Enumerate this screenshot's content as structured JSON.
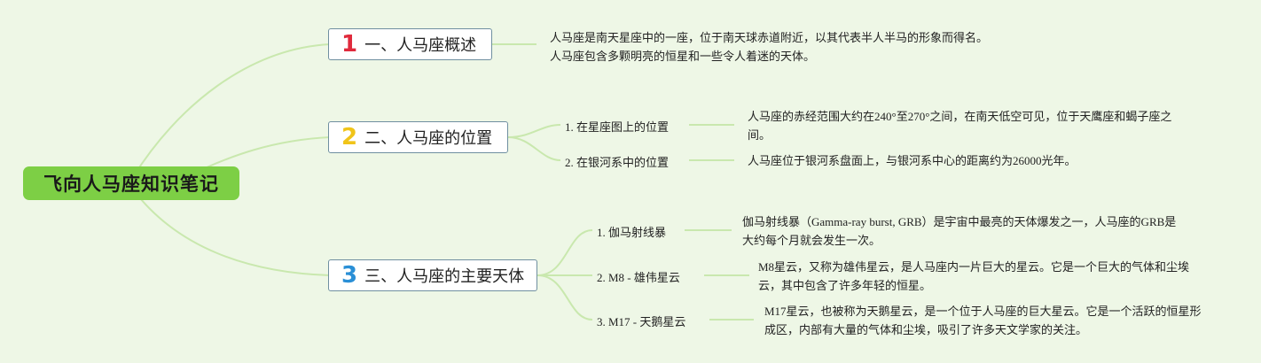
{
  "root": {
    "title": "飞向人马座知识笔记"
  },
  "colors": {
    "root_bg": "#7dcf45",
    "line": "#c9e8ae",
    "num1": "#e02a3c",
    "num2": "#f0c419",
    "num3": "#2a8fd6"
  },
  "sections": [
    {
      "number": "1",
      "title": "一、人马座概述",
      "description": "人马座是南天星座中的一座，位于南天球赤道附近，以其代表半人半马的形象而得名。人马座包含多颗明亮的恒星和一些令人着迷的天体。"
    },
    {
      "number": "2",
      "title": "二、人马座的位置",
      "items": [
        {
          "label": "1. 在星座图上的位置",
          "description": "人马座的赤经范围大约在240°至270°之间，在南天低空可见，位于天鹰座和蝎子座之间。"
        },
        {
          "label": "2. 在银河系中的位置",
          "description": "人马座位于银河系盘面上，与银河系中心的距离约为26000光年。"
        }
      ]
    },
    {
      "number": "3",
      "title": "三、人马座的主要天体",
      "items": [
        {
          "label": "1. 伽马射线暴",
          "description": "伽马射线暴（Gamma-ray burst, GRB）是宇宙中最亮的天体爆发之一，人马座的GRB是大约每个月就会发生一次。"
        },
        {
          "label": "2. M8 - 雄伟星云",
          "description": "M8星云，又称为雄伟星云，是人马座内一片巨大的星云。它是一个巨大的气体和尘埃云，其中包含了许多年轻的恒星。"
        },
        {
          "label": "3. M17 - 天鹅星云",
          "description": "M17星云，也被称为天鹅星云，是一个位于人马座的巨大星云。它是一个活跃的恒星形成区，内部有大量的气体和尘埃，吸引了许多天文学家的关注。"
        }
      ]
    }
  ]
}
